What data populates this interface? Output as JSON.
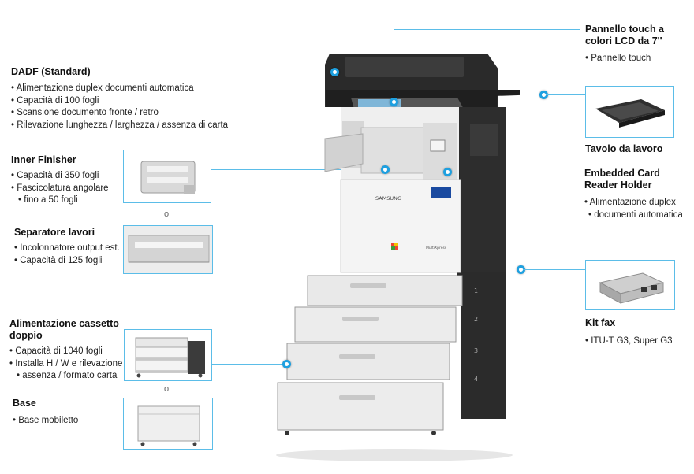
{
  "left": {
    "dadf": {
      "title": "DADF (Standard)",
      "items": [
        "Alimentazione duplex documenti automatica",
        "Capacità di 100 fogli",
        "Scansione documento fronte / retro",
        "Rilevazione lunghezza / larghezza / assenza di carta"
      ]
    },
    "inner_finisher": {
      "title": "Inner Finisher",
      "items": [
        "Capacità di 350 fogli",
        "Fascicolatura angolare",
        "fino a 50 fogli"
      ]
    },
    "or_1": "o",
    "separatore": {
      "title": "Separatore lavori",
      "items": [
        "Incolonnatore output est.",
        "Capacità di 125 fogli"
      ]
    },
    "cassetto": {
      "title_line1": "Alimentazione cassetto",
      "title_line2": "doppio",
      "items": [
        "Capacità di 1040 fogli",
        "Installa H / W e rilevazione",
        "assenza / formato carta"
      ]
    },
    "or_2": "o",
    "base": {
      "title": "Base",
      "items": [
        "Base mobiletto"
      ]
    }
  },
  "right": {
    "pannello": {
      "title_line1": "Pannello touch a",
      "title_line2": "colori LCD da 7''",
      "items": [
        "Pannello touch"
      ]
    },
    "tavolo": {
      "title": "Tavolo da lavoro"
    },
    "card_reader": {
      "title_line1": "Embedded Card",
      "title_line2": "Reader Holder",
      "items": [
        "Alimentazione duplex",
        "documenti automatica"
      ]
    },
    "fax": {
      "title": "Kit fax",
      "items": [
        "ITU-T G3, Super G3"
      ]
    }
  },
  "printer": {
    "brand": "SAMSUNG",
    "model": "MultiXpress",
    "tray_numbers": [
      "1",
      "2",
      "3",
      "4"
    ]
  },
  "colors": {
    "accent": "#1ea0e0",
    "line": "#5bbde8"
  }
}
